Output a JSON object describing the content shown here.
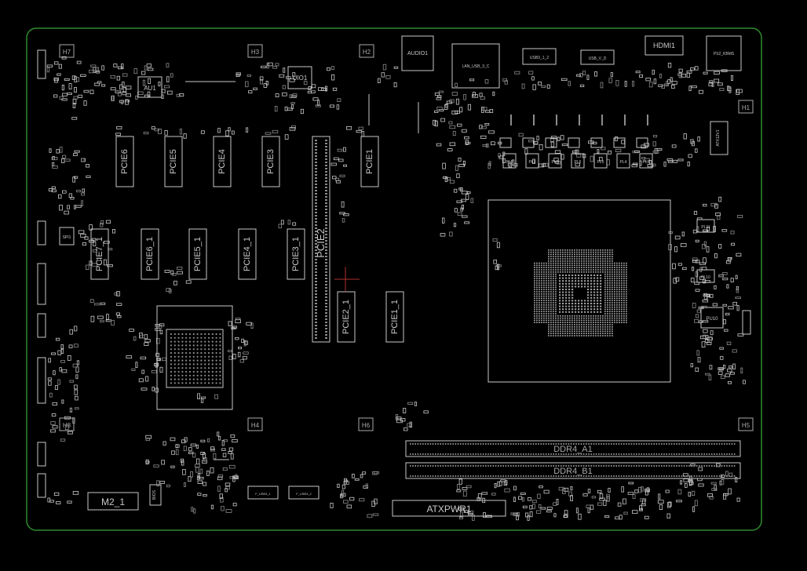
{
  "colors": {
    "background": "#000000",
    "outline": "#2e8b2e",
    "silk": "#c8c8c8",
    "silk_dim": "#8a8a8a",
    "cursor": "#b03030"
  },
  "holes": [
    "H7",
    "H3",
    "H2",
    "H1",
    "H8",
    "H4",
    "H6",
    "H5"
  ],
  "ic_labels": {
    "au1": "AU1",
    "uio1": "UIO1",
    "audio1": "AUDIO1",
    "lan_usb": "LAN_USB_3_C",
    "usb3": "USB3_1_2",
    "usb_v": "USB_V_D",
    "hdmi": "HDMI1",
    "ps2": "PS2_KBMS",
    "atx12v": "ATX12V1",
    "spi": "SPI1",
    "pu10": "PU10"
  },
  "slots": {
    "pci_top": [
      "PCIE6",
      "PCIE5",
      "PCIE4",
      "PCIE3",
      "PCIE1"
    ],
    "pcie_x1": [
      "PCIE7_1",
      "PCIE6_1",
      "PCIE5_1",
      "PCIE4_1",
      "PCIE3_1"
    ],
    "pcie2": "PCIE2",
    "pcie_lower": [
      "PCIE2_1",
      "PCIE1_1"
    ]
  },
  "dimms": [
    "DDR4_A1",
    "DDR4_B1"
  ],
  "connectors": {
    "atx": "ATXPWR1",
    "m2": "M2_1",
    "bios": "BIOS"
  },
  "inductors": [
    "PL9",
    "PL8",
    "PL7",
    "PL6",
    "PL5",
    "PL4",
    "PL3"
  ],
  "right_inductors": [
    "PL11",
    "PL10"
  ],
  "headers": [
    "F_USB3_1",
    "F_USB3_2"
  ]
}
